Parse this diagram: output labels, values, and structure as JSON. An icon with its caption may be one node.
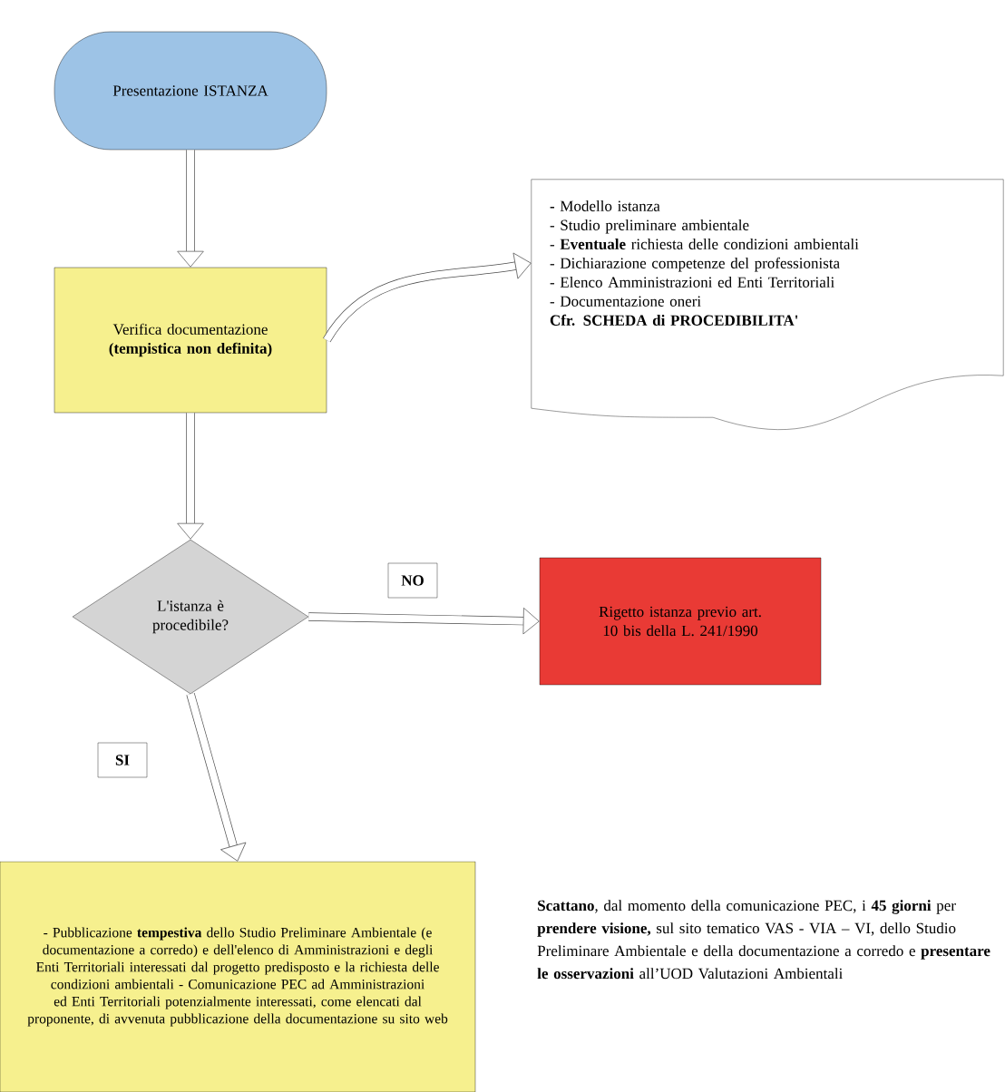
{
  "diagram": {
    "nodes": [
      {
        "text": [
          "Presentazione ISTANZA"
        ]
      },
      {
        "text": [
          "Verifica documentazione **(tempistica non definita)**"
        ]
      },
      {
        "text": [
          "**-** Modello istanza",
          "- Studio preliminare ambientale",
          "- **Eventuale** richiesta delle condizioni ambientali",
          "- Dichiarazione competenze del professionista",
          "- Elenco Amministrazioni ed Enti Territoriali",
          "- Documentazione oneri",
          "**Cfr. SCHEDA di PROCEDIBILITA'**"
        ]
      },
      {
        "text": [
          "L'istanza è procedibile?"
        ]
      },
      {
        "text": [
          "Rigetto istanza previo art. 10 bis della L. 241/1990"
        ]
      },
      {
        "text": [
          "- Pubblicazione **tempestiva** dello Studio Preliminare Ambientale (e documentazione a corredo) e dell'elenco di Amministrazioni e degli Enti Territoriali interessati dal progetto predisposto e la richiesta delle condizioni ambientali - Comunicazione PEC ad Amministrazioni ed Enti Territoriali potenzialmente interessati, come elencati dal proponente, di avvenuta pubblicazione della documentazione su sito web"
        ]
      }
    ],
    "edges": [
      {
        "from": 0,
        "to": 1,
        "arrow": "to"
      },
      {
        "from": 1,
        "to": 2,
        "arrow": "to"
      },
      {
        "from": 1,
        "to": 3,
        "arrow": "to"
      },
      {
        "from": 3,
        "to": 4,
        "arrow": "to",
        "label": "NO"
      },
      {
        "from": 3,
        "to": 5,
        "arrow": "to",
        "label": "SI"
      }
    ],
    "labels": [
      "**Scattano**, dal momento della comunicazione PEC, i **45 giorni** per **prendere visione,** sul sito tematico VAS - VIA – VI, dello Studio Preliminare Ambientale e della documentazione a corredo e **presentare le osservazioni** all’UOD Valutazioni Ambientali"
    ]
  }
}
